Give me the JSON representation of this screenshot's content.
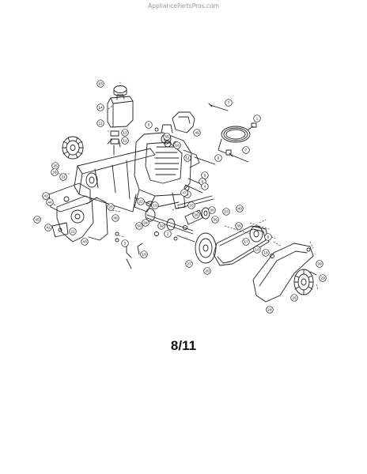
{
  "watermark": "AppliancePartsPros.com",
  "page_code": "8/11",
  "callouts": [
    {
      "label": "15"
    },
    {
      "label": "14"
    },
    {
      "label": "11"
    },
    {
      "label": "13"
    },
    {
      "label": "12"
    },
    {
      "label": "5"
    },
    {
      "label": "7"
    },
    {
      "label": "49"
    },
    {
      "label": "1"
    },
    {
      "label": "16"
    },
    {
      "label": "55"
    },
    {
      "label": "8"
    },
    {
      "label": "51"
    },
    {
      "label": "6"
    },
    {
      "label": "9"
    },
    {
      "label": "4"
    },
    {
      "label": "7"
    },
    {
      "label": "3"
    },
    {
      "label": "19"
    },
    {
      "label": "25"
    },
    {
      "label": "26"
    },
    {
      "label": "31"
    },
    {
      "label": "41"
    },
    {
      "label": "44"
    },
    {
      "label": "45"
    },
    {
      "label": "42"
    },
    {
      "label": "21"
    },
    {
      "label": "43"
    },
    {
      "label": "25"
    },
    {
      "label": "48"
    },
    {
      "label": "22"
    },
    {
      "label": "34"
    },
    {
      "label": "2"
    },
    {
      "label": "32"
    },
    {
      "label": "50"
    },
    {
      "label": "47"
    },
    {
      "label": "33"
    },
    {
      "label": "36"
    },
    {
      "label": "38"
    },
    {
      "label": "23"
    },
    {
      "label": "40"
    },
    {
      "label": "36"
    },
    {
      "label": "35"
    },
    {
      "label": "17"
    },
    {
      "label": "10"
    },
    {
      "label": "18"
    },
    {
      "label": "8"
    },
    {
      "label": "3"
    },
    {
      "label": "19"
    },
    {
      "label": "27"
    },
    {
      "label": "20"
    },
    {
      "label": "39"
    },
    {
      "label": "29"
    },
    {
      "label": "24"
    },
    {
      "label": "25"
    }
  ]
}
